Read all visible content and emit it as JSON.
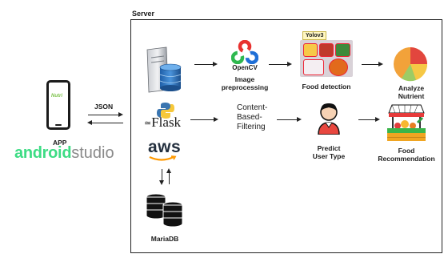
{
  "server_label": "Server",
  "app": {
    "label": "APP",
    "screen_text": "Nutri",
    "android_brand": "android",
    "studio_brand": "studio"
  },
  "json_label": "JSON",
  "nodes": {
    "opencv_logo": "OpenCV",
    "image_preprocessing": "Image\npreprocessing",
    "yolo_badge": "Yolov3",
    "food_detection": "Food detection",
    "analyze_nutrient": "Analyze\nNutrient",
    "flask_logo": "Flask",
    "content_filtering": "Content-\nBased-\nFiltering",
    "predict_user_type": "Predict\nUser Type",
    "food_recommendation": "Food\nRecommendation",
    "aws_logo": "aws",
    "mariadb": "MariaDB"
  },
  "colors": {
    "android_green": "#3ddc84",
    "aws_orange": "#ff9900",
    "opencv_red": "#e8312f",
    "opencv_green": "#2fb84f",
    "opencv_blue": "#1f6fd6"
  }
}
